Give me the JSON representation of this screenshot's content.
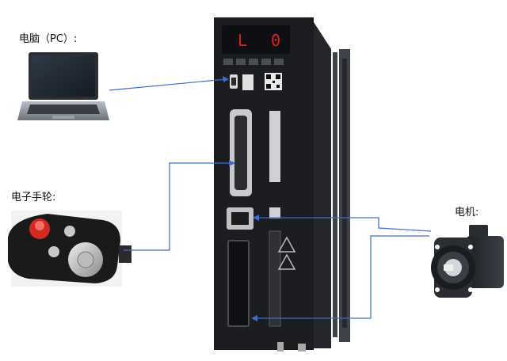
{
  "labels": {
    "pc": "电脑（PC）:",
    "handwheel": "电子手轮:",
    "motor": "电机:"
  },
  "drive": {
    "display_left": "L",
    "display_right": "0"
  },
  "colors": {
    "connector_line": "#3a6fd0",
    "drive_body": "#1c1d21",
    "drive_edge": "#2b2c31",
    "led": "#e21d1d"
  }
}
